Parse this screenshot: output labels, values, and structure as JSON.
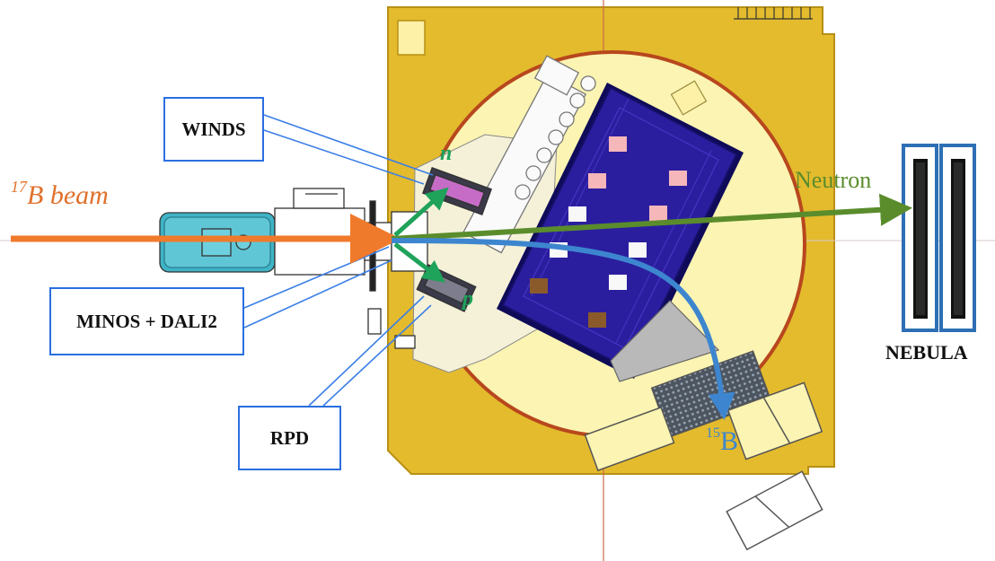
{
  "labels": {
    "winds": "WINDS",
    "minos_dali2": "MINOS + DALI2",
    "rpd": "RPD",
    "nebula": "NEBULA",
    "beam_mass": "17",
    "beam_text": "B beam",
    "neutron": "Neutron",
    "fragment_mass": "15",
    "fragment_symbol": "B",
    "n": "n",
    "p": "p"
  },
  "colors": {
    "plate": "#e3bb2d",
    "plate_edge": "#b88f14",
    "circle_fill": "#fbf4b2",
    "circle_rim": "#b8471d",
    "magnet": "#2b1e9e",
    "magnet_dark": "#1a116b",
    "beam": "#f07a2b",
    "neutron": "#5a8c2c",
    "fragment": "#3d86cf",
    "np": "#1fa25a",
    "label_border": "#2a6fe0",
    "detector_blue": "#2d6fb4",
    "magnet_pink": "#f6b7ba",
    "magnet_white": "#f8f8f8",
    "magnet_brown": "#8b5a2b"
  }
}
